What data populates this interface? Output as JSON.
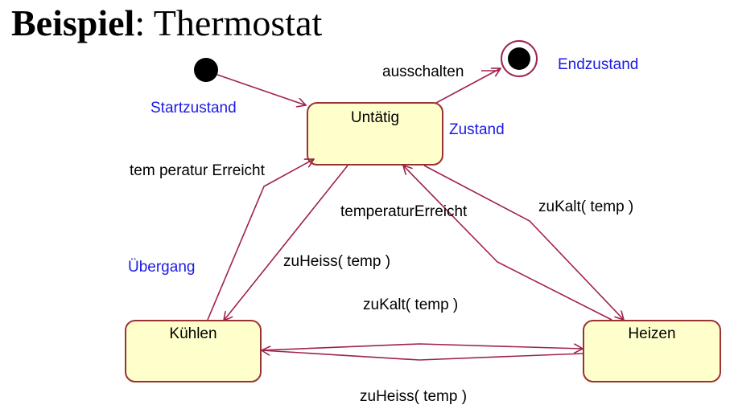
{
  "title": {
    "bold": "Beispiel",
    "rest": ": Thermostat"
  },
  "states": {
    "idle": "Untätig",
    "cooling": "Kühlen",
    "heating": "Heizen"
  },
  "transitions": {
    "switch_off": "ausschalten",
    "cool_reached": "tem peratur Erreicht",
    "heat_reached": "temperaturErreicht",
    "too_hot_idle": "zuHeiss( temp )",
    "too_cold_idle": "zuKalt( temp )",
    "too_cold_cooling": "zuKalt( temp )",
    "too_hot_heating": "zuHeiss( temp )"
  },
  "annotations": {
    "start": "Startzustand",
    "end": "Endzustand",
    "state": "Zustand",
    "transition": "Übergang"
  },
  "colors": {
    "state_fill": "#ffffcc",
    "state_border": "#993333",
    "arrow": "#a0224a",
    "annotation": "#1a1ae6"
  }
}
